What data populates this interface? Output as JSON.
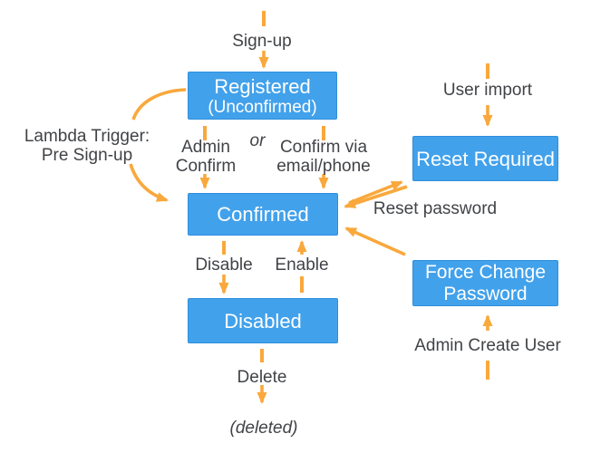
{
  "colors": {
    "background": "#FFFFFF",
    "box_fill": "#42A1EB",
    "box_border": "#2F8FDD",
    "box_text": "#FFFFFF",
    "arrow": "#F9A83C",
    "text": "#414347"
  },
  "nodes": {
    "registered": {
      "label": "Registered",
      "sublabel": "(Unconfirmed)"
    },
    "confirmed": {
      "label": "Confirmed"
    },
    "disabled": {
      "label": "Disabled"
    },
    "reset_required": {
      "label": "Reset Required"
    },
    "force_change_password": {
      "line1": "Force Change",
      "line2": "Password"
    }
  },
  "labels": {
    "sign_up": "Sign-up",
    "lambda_trigger_line1": "Lambda Trigger:",
    "lambda_trigger_line2": "Pre Sign-up",
    "admin_confirm_line1": "Admin",
    "admin_confirm_line2": "Confirm",
    "or": "or",
    "confirm_via_line1": "Confirm via",
    "confirm_via_line2": "email/phone",
    "user_import": "User import",
    "reset_password": "Reset password",
    "admin_create_user": "Admin Create User",
    "disable": "Disable",
    "enable": "Enable",
    "delete": "Delete",
    "deleted": "(deleted)"
  }
}
